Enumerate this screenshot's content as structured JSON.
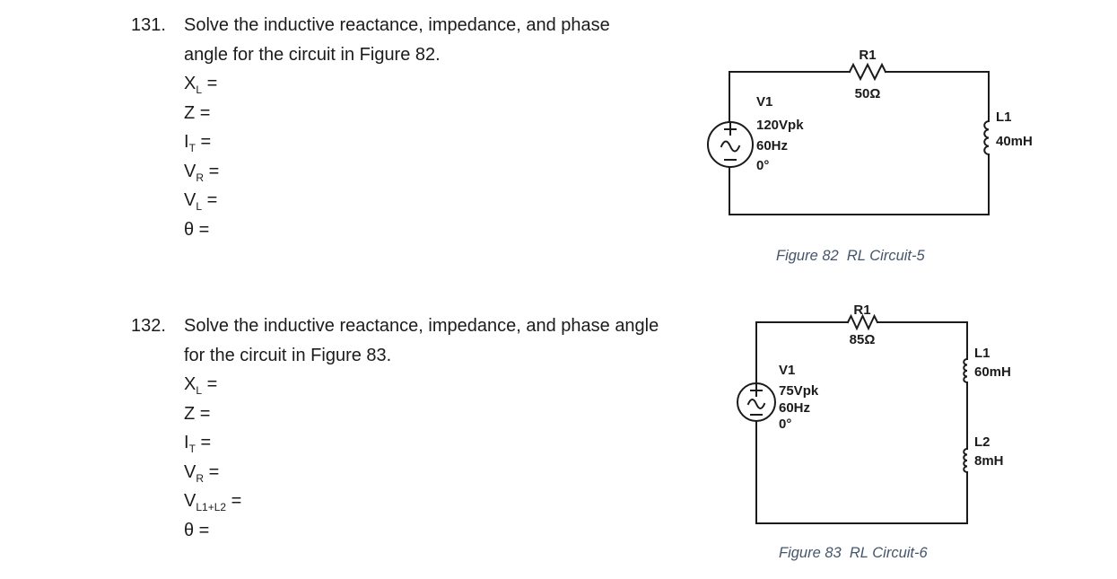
{
  "colors": {
    "ink": "#1b1b1b",
    "caption": "#44546A",
    "background": "#ffffff"
  },
  "problems": [
    {
      "number": "131.",
      "statement_line1": "Solve the inductive reactance, impedance, and phase",
      "statement_line2": "angle for the circuit in Figure 82.",
      "fields": [
        {
          "base": "X",
          "sub": "L",
          "suffix": " ="
        },
        {
          "base": "Z",
          "sub": "",
          "suffix": " ="
        },
        {
          "base": "I",
          "sub": "T",
          "suffix": " ="
        },
        {
          "base": "V",
          "sub": "R",
          "suffix": " ="
        },
        {
          "base": "V",
          "sub": "L",
          "suffix": " ="
        },
        {
          "base": "θ",
          "sub": "",
          "suffix": " ="
        }
      ]
    },
    {
      "number": "132.",
      "statement_line1": "Solve the inductive reactance, impedance, and phase angle",
      "statement_line2": "for the circuit in Figure 83.",
      "fields": [
        {
          "base": "X",
          "sub": "L",
          "suffix": " ="
        },
        {
          "base": "Z",
          "sub": "",
          "suffix": " ="
        },
        {
          "base": "I",
          "sub": "T",
          "suffix": " ="
        },
        {
          "base": "V",
          "sub": "R",
          "suffix": " ="
        },
        {
          "base": "V",
          "sub": "L1+L2",
          "suffix": " ="
        },
        {
          "base": "θ",
          "sub": "",
          "suffix": " ="
        }
      ]
    }
  ],
  "circuits": [
    {
      "source": {
        "name": "V1",
        "voltage": "120Vpk",
        "frequency": "60Hz",
        "phase": "0°"
      },
      "resistor": {
        "name": "R1",
        "value": "50Ω"
      },
      "inductors": [
        {
          "name": "L1",
          "value": "40mH"
        }
      ],
      "caption": "Figure 82  RL Circuit-5"
    },
    {
      "source": {
        "name": "V1",
        "voltage": "75Vpk",
        "frequency": "60Hz",
        "phase": "0°"
      },
      "resistor": {
        "name": "R1",
        "value": "85Ω"
      },
      "inductors": [
        {
          "name": "L1",
          "value": "60mH"
        },
        {
          "name": "L2",
          "value": "8mH"
        }
      ],
      "caption": "Figure 83  RL Circuit-6"
    }
  ]
}
